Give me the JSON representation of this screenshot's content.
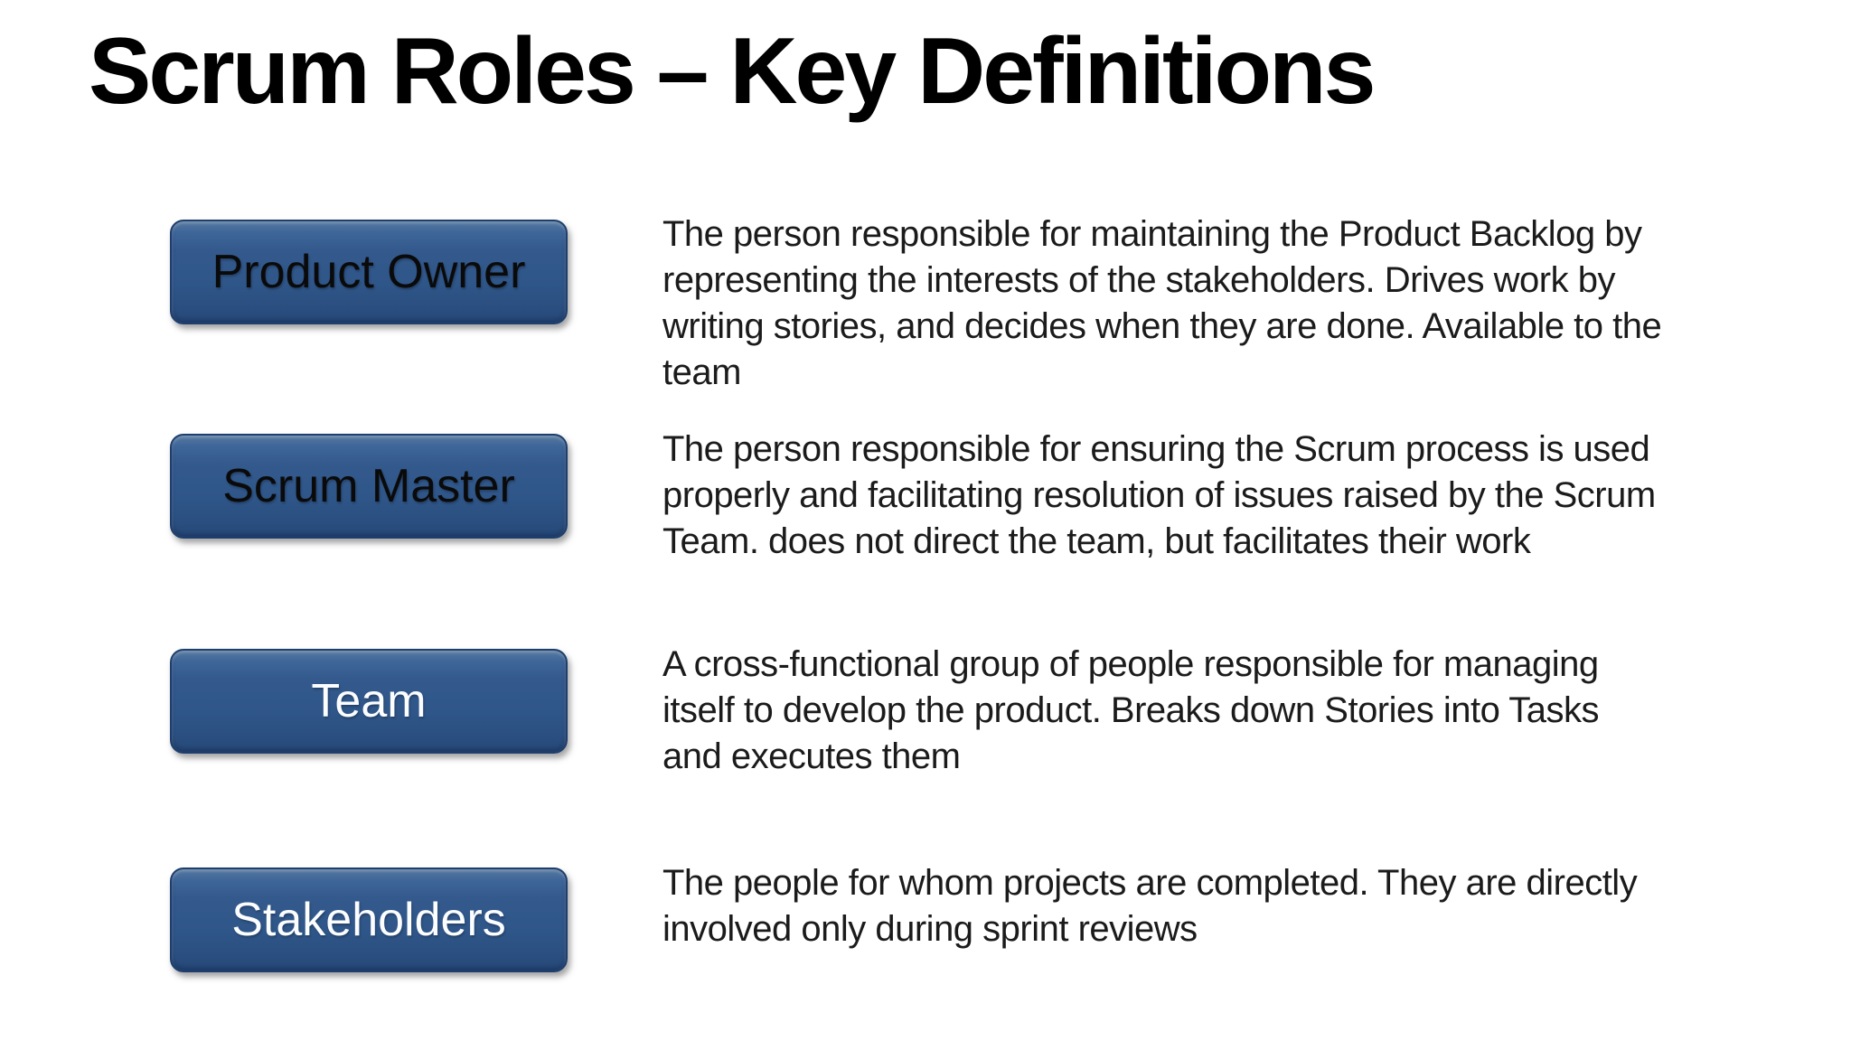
{
  "slide": {
    "title": "Scrum Roles – Key Definitions",
    "background_color": "#ffffff",
    "title_color": "#000000"
  },
  "colors": {
    "button_fill": "#2f5689",
    "button_fill_highlight": "#56799f",
    "button_border": "#1e3f6d",
    "description_text": "#1b1b1b"
  },
  "roles": [
    {
      "label": "Product Owner",
      "label_color": "#0a0a0a",
      "description": "The person responsible for maintaining the Product Backlog by\nrepresenting the interests of the stakeholders. Drives work by\nwriting stories, and decides when they are done. Available to the\nteam"
    },
    {
      "label": "Scrum Master",
      "label_color": "#0a0a0a",
      "description": "The person responsible for ensuring the Scrum process is used\nproperly and facilitating resolution of issues raised by the Scrum\nTeam. does not direct the team, but facilitates their work"
    },
    {
      "label": "Team",
      "label_color": "#fbfdff",
      "description": "A cross-functional group of people responsible for managing\nitself to develop the product. Breaks down Stories into Tasks\nand executes them"
    },
    {
      "label": "Stakeholders",
      "label_color": "#fbfdff",
      "description": "The people for whom projects are completed. They are directly\ninvolved only during sprint reviews"
    }
  ]
}
